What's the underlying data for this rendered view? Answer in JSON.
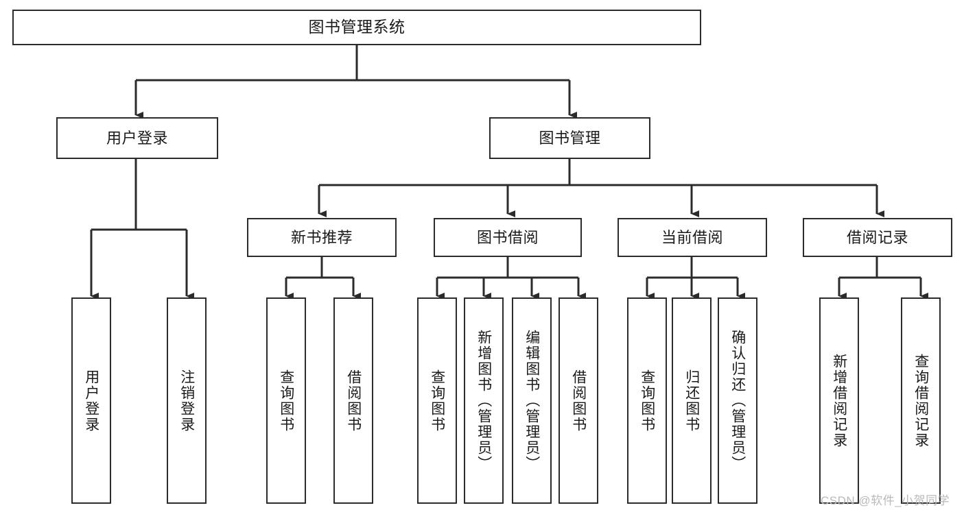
{
  "diagram": {
    "type": "tree",
    "title": "图书管理系统",
    "orientation": "top-down",
    "line_color": "#2b2b2b",
    "box_fill": "#ffffff",
    "nodes": {
      "root": {
        "label": "图书管理系统"
      },
      "level1": [
        {
          "label": "用户登录"
        },
        {
          "label": "图书管理"
        }
      ],
      "level2": [
        {
          "label": "新书推荐"
        },
        {
          "label": "图书借阅"
        },
        {
          "label": "当前借阅"
        },
        {
          "label": "借阅记录"
        }
      ],
      "leaves": {
        "user_login": [
          {
            "label": "用户登录"
          },
          {
            "label": "注销登录"
          }
        ],
        "new_book": [
          {
            "label": "查询图书"
          },
          {
            "label": "借阅图书"
          }
        ],
        "book_borrow": [
          {
            "label": "查询图书"
          },
          {
            "label": "新增图书（管理员）"
          },
          {
            "label": "编辑图书（管理员）"
          },
          {
            "label": "借阅图书"
          }
        ],
        "current_borrow": [
          {
            "label": "查询图书"
          },
          {
            "label": "归还图书"
          },
          {
            "label": "确认归还（管理员）"
          }
        ],
        "borrow_record": [
          {
            "label": "新增借阅记录"
          },
          {
            "label": "查询借阅记录"
          }
        ]
      }
    }
  },
  "watermark": {
    "text": "CSDN @软件_小贺同学"
  }
}
